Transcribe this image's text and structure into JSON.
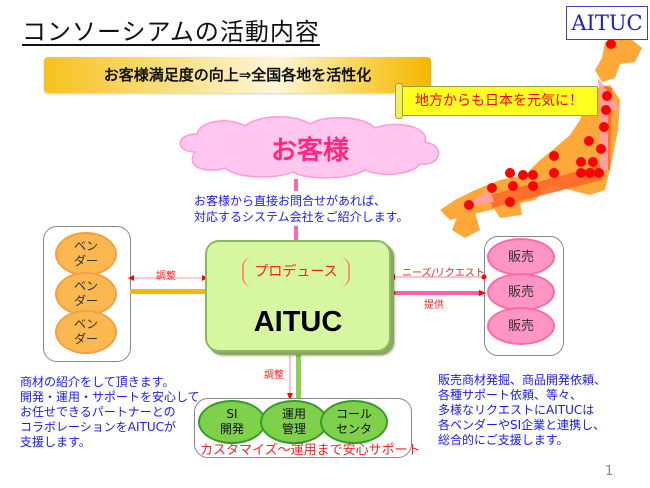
{
  "title": "コンソーシアムの活動内容",
  "logo": "AITUC",
  "banner": "お客様満足度の向上⇒全国各地を活性化",
  "scroll_text": "地方からも日本を元気に！",
  "customer": {
    "label": "お客様",
    "note_lines": [
      "お客様から直接お問合せがあれば、",
      "対応するシステム会社をご紹介します。"
    ]
  },
  "center": {
    "produce_label": "プロデュース",
    "name": "AITUC"
  },
  "vendors": {
    "items": [
      {
        "line1": "ベン",
        "line2": "ダー"
      },
      {
        "line1": "ベン",
        "line2": "ダー"
      },
      {
        "line1": "ベン",
        "line2": "ダー"
      }
    ],
    "arrow_label": "調整",
    "description_lines": [
      "商材の紹介をして頂きます。",
      "開発・運用・サポートを安心して",
      "お任せできるパートナーとの",
      "コラボレーションをAITUCが",
      "支援します。"
    ]
  },
  "sales": {
    "items": [
      "販売",
      "販売",
      "販売"
    ],
    "request_label": "ニーズ/リクエスト",
    "provide_label": "提供",
    "description_lines": [
      "販売商材発掘、商品開発依頼、",
      "各種サポート依頼、等々、",
      "多様なリクエストにAITUCは",
      "各ベンダーやSI企業と連携し、",
      "総合的にご支援します。"
    ]
  },
  "services": {
    "arrow_label": "調整",
    "items": [
      {
        "line1": "SI",
        "line2": "開発"
      },
      {
        "line1": "運用",
        "line2": "管理"
      },
      {
        "line1": "コール",
        "line2": "センタ"
      }
    ],
    "support_text": "カスタマイズ～運用まで安心サポート"
  },
  "page_number": "1",
  "colors": {
    "customer_pink": "#ff2a80",
    "body_blue": "#1a1aff",
    "accent_red": "#ff2020",
    "center_green": "#d6f7a0",
    "vendor_orange": "#fbb851",
    "sales_pink": "#ff95c4",
    "service_green": "#7fd04a",
    "banner_gold": "#f7c21c"
  }
}
